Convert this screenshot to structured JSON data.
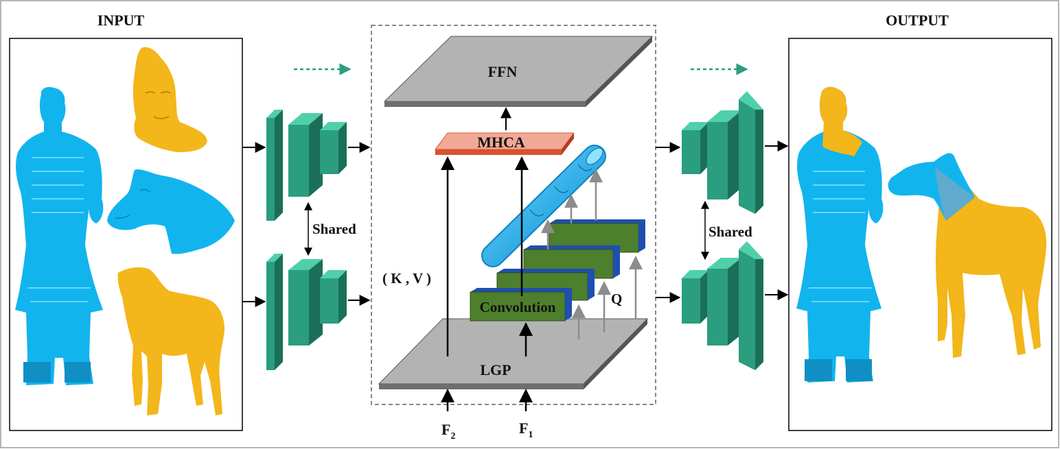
{
  "labels": {
    "input_title": "INPUT",
    "output_title": "OUTPUT",
    "shared_left": "Shared",
    "shared_right": "Shared",
    "ffn": "FFN",
    "mhca": "MHCA",
    "convolution": "Convolution",
    "lgp": "LGP",
    "kv": "( K , V )",
    "q": "Q",
    "f2_base": "F",
    "f2_sub": "2",
    "f1_base": "F",
    "f1_sub": "1"
  },
  "colors": {
    "teal_front": "#2a9e7e",
    "teal_top": "#4fd0aa",
    "teal_side": "#1b6f58",
    "plate_gray": "#b3b3b3",
    "mhca_salmon": "#f2a896",
    "mhca_edge": "#d9512f",
    "conv_green": "#4e7f2c",
    "conv_blue_top": "#1f4fb0",
    "tube_blue": "#1aa7e6",
    "model_blue": "#12b4ee",
    "model_yellow": "#f3b61b",
    "dashed_arrow": "#2a9e7e"
  },
  "icons": [
    "warrior-statue-icon",
    "warrior-head-icon",
    "horse-head-icon",
    "horse-body-icon",
    "warrior-completed-icon",
    "horse-completed-icon"
  ]
}
